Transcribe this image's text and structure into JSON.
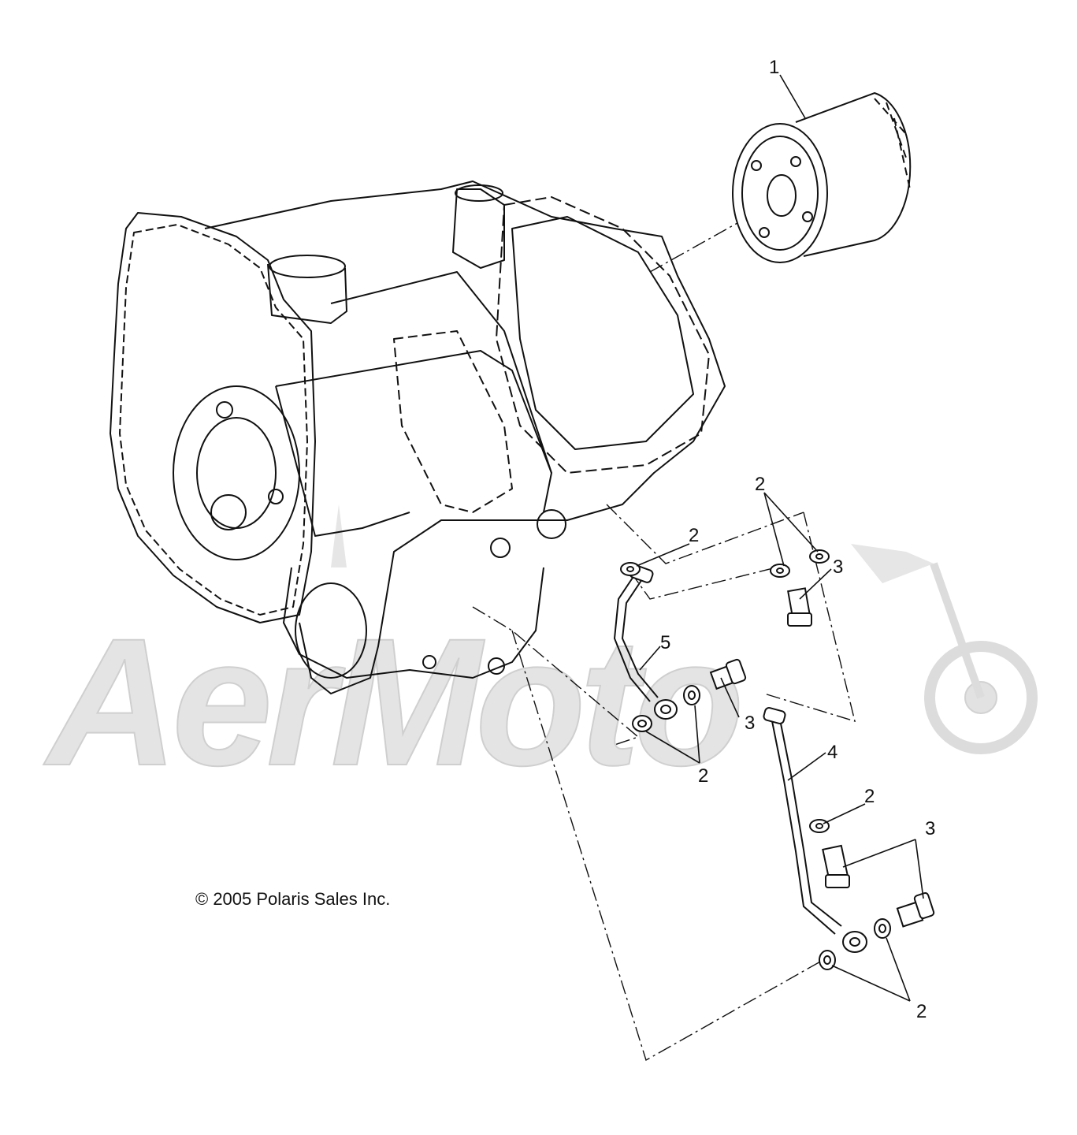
{
  "diagram": {
    "callouts": [
      "1",
      "2",
      "2",
      "3",
      "5",
      "3",
      "2",
      "4",
      "2",
      "3",
      "2"
    ],
    "copyright": "© 2005 Polaris Sales Inc.",
    "watermark": "AerMoto",
    "colors": {
      "line": "#111111",
      "watermark": "#d9d9d9",
      "background": "#ffffff"
    }
  }
}
